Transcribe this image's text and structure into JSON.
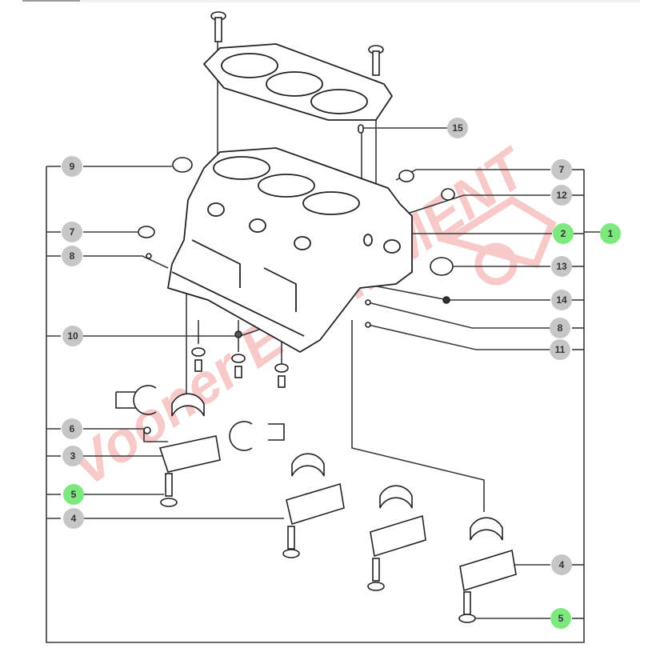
{
  "diagram": {
    "title": "Cylinder block exploded parts diagram",
    "watermark": "Vooner EQUIPMENT",
    "colors": {
      "line": "#333333",
      "callout_default": "#c6c6c6",
      "callout_highlight": "#7de87d",
      "watermark": "#f08a8a"
    },
    "callouts": [
      {
        "id": "c9-left",
        "label": "9",
        "highlight": false
      },
      {
        "id": "c7-left",
        "label": "7",
        "highlight": false
      },
      {
        "id": "c8-left",
        "label": "8",
        "highlight": false
      },
      {
        "id": "c10-left",
        "label": "10",
        "highlight": false
      },
      {
        "id": "c6-left",
        "label": "6",
        "highlight": false
      },
      {
        "id": "c3-left",
        "label": "3",
        "highlight": false
      },
      {
        "id": "c5-left",
        "label": "5",
        "highlight": true
      },
      {
        "id": "c4-left",
        "label": "4",
        "highlight": false
      },
      {
        "id": "c15",
        "label": "15",
        "highlight": false
      },
      {
        "id": "c7-right",
        "label": "7",
        "highlight": false
      },
      {
        "id": "c12-right",
        "label": "12",
        "highlight": false
      },
      {
        "id": "c2-right",
        "label": "2",
        "highlight": true
      },
      {
        "id": "c1-right",
        "label": "1",
        "highlight": true
      },
      {
        "id": "c13-right",
        "label": "13",
        "highlight": false
      },
      {
        "id": "c14-right",
        "label": "14",
        "highlight": false
      },
      {
        "id": "c8-right",
        "label": "8",
        "highlight": false
      },
      {
        "id": "c11-right",
        "label": "11",
        "highlight": false
      },
      {
        "id": "c4-right",
        "label": "4",
        "highlight": false
      },
      {
        "id": "c5-right",
        "label": "5",
        "highlight": true
      }
    ]
  }
}
